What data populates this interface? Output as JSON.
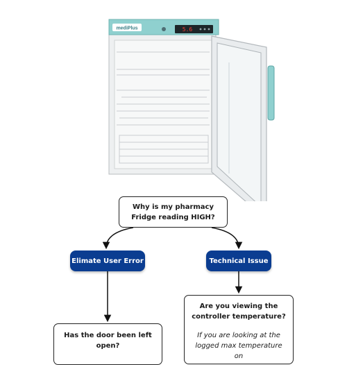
{
  "colors": {
    "accent_blue": "#0b3d91",
    "fridge_teal": "#8fd0cf",
    "display_red": "#ff3b30"
  },
  "fridge": {
    "brand_label": "mediPlus",
    "display_reading": "5.6"
  },
  "flowchart": {
    "main_question": "Why is my pharmacy Fridge reading HIGH?",
    "branch_user": "Elimate User Error",
    "branch_technical": "Technical Issue",
    "controller_question": "Are you viewing the controller temperature?",
    "controller_hint": "If you are looking at the logged max temperature on",
    "door_question": "Has the door been left open?"
  }
}
